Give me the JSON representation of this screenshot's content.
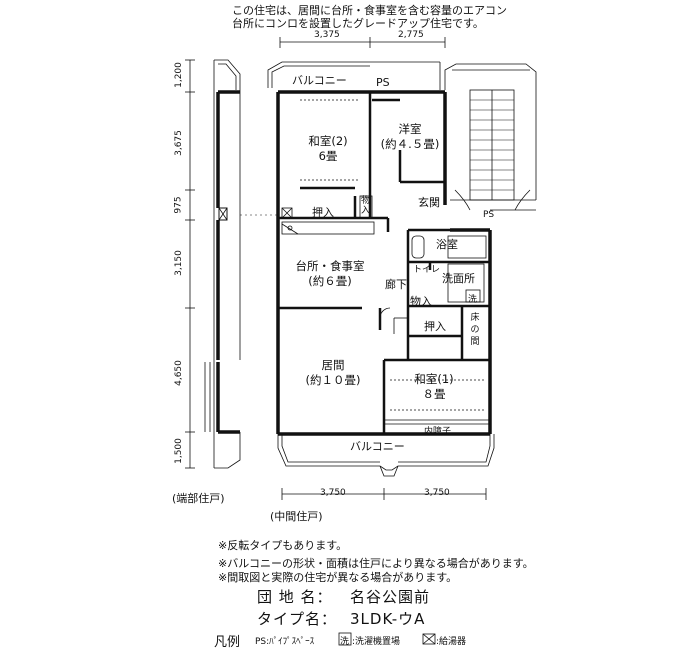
{
  "header": {
    "line1": "この住宅は、居間に台所・食事室を含む容量のエアコン",
    "line2": "台所にコンロを設置したグレードアップ住宅です。"
  },
  "dimensions": {
    "top": [
      "3,375",
      "2,775"
    ],
    "bottom": [
      "3,750",
      "3,750"
    ],
    "left": [
      "1,200",
      "3,675",
      "975",
      "3,150",
      "4,650",
      "1,500"
    ]
  },
  "rooms": {
    "balcony_top": "バルコニー",
    "ps_top": "PS",
    "washitsu2_name": "和室(2)",
    "washitsu2_size": "6畳",
    "youshitsu_name": "洋室",
    "youshitsu_size": "(約４.５畳)",
    "oshiire_top": "押入",
    "mono_top": "物入",
    "genkan": "玄関",
    "ps_right": "PS",
    "yokushitsu": "浴室",
    "toilet": "トイレ",
    "senmenjo": "洗面所",
    "kitchen_name": "台所・食事室",
    "kitchen_size": "(約６畳)",
    "rouka": "廊下",
    "mono_mid": "物入",
    "sen": "洗",
    "oshiire_mid": "押入",
    "tokonoma": "床の間",
    "ima_name": "居間",
    "ima_size": "(約１０畳)",
    "washitsu1_name": "和室(1)",
    "washitsu1_size": "８畳",
    "uchiranshi": "内障子",
    "balcony_bottom": "バルコニー"
  },
  "captions": {
    "end_unit": "(端部住戸)",
    "middle_unit": "(中間住戸)"
  },
  "notes": [
    "※反転タイプもあります。",
    "※バルコニーの形状・面積は住戸により異なる場合があります。",
    "※間取図と実際の住宅が異なる場合があります。"
  ],
  "info": {
    "danchi_label": "団 地 名：",
    "danchi_value": "名谷公園前",
    "type_label": "タイプ名：",
    "type_value": "3LDK-ウA"
  },
  "legend": {
    "title": "凡例",
    "ps": "PS:ﾊﾟｲﾌﾟｽﾍﾟｰｽ",
    "sen_icon": "洗",
    "sen_text": ":洗濯機置場",
    "kyutoki": ":給湯器"
  }
}
